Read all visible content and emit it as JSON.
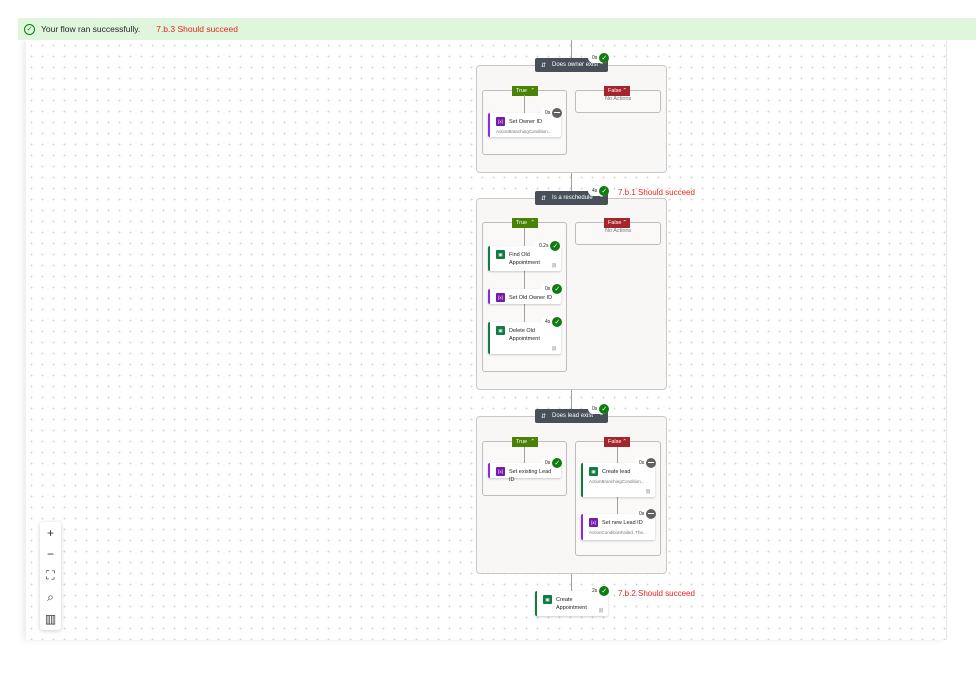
{
  "banner": {
    "message": "Your flow ran successfully.",
    "note": "7.b.3 Should succeed",
    "icon": "check-circle-icon"
  },
  "scopes": [
    {
      "title": "Does owner exist",
      "duration": "0s",
      "status": "succeeded",
      "true_label": "True",
      "false_label": "False",
      "false_empty": "No Actions"
    },
    {
      "title": "Is a reschedule",
      "duration": "4s",
      "status": "succeeded",
      "true_label": "True",
      "false_label": "False",
      "false_empty": "No Actions"
    },
    {
      "title": "Does lead exist",
      "duration": "0s",
      "status": "succeeded",
      "true_label": "True",
      "false_label": "False"
    }
  ],
  "cards": [
    {
      "title": "Set Owner ID",
      "duration": "0s",
      "status": "skipped",
      "type": "variable",
      "sub": "ActionBranchingCondition..."
    },
    {
      "title": "Find Old Appointment",
      "duration": "0.2s",
      "status": "succeeded",
      "type": "dataverse"
    },
    {
      "title": "Set Old Owner ID",
      "duration": "0s",
      "status": "succeeded",
      "type": "variable"
    },
    {
      "title": "Delete Old Appointment",
      "duration": "4s",
      "status": "succeeded",
      "type": "dataverse"
    },
    {
      "title": "Set existing Lead ID",
      "duration": "0s",
      "status": "succeeded",
      "type": "variable"
    },
    {
      "title": "Create lead",
      "duration": "0s",
      "status": "skipped",
      "type": "dataverse",
      "sub": "ActionBranchingCondition..."
    },
    {
      "title": "Set new Lead ID",
      "duration": "0s",
      "status": "skipped",
      "type": "variable",
      "sub": "ActionConditionFailed. The..."
    },
    {
      "title": "Create Appointment",
      "duration": "2s",
      "status": "succeeded",
      "type": "dataverse"
    }
  ],
  "annotations": [
    "7.b.1 Should succeed",
    "7.b.2 Should succeed"
  ],
  "zoom_controls": [
    {
      "name": "zoom-in",
      "glyph": "+"
    },
    {
      "name": "zoom-out",
      "glyph": "−"
    },
    {
      "name": "fit-view",
      "glyph": "⛶"
    },
    {
      "name": "search",
      "glyph": "⌕"
    },
    {
      "name": "minimap",
      "glyph": "▥"
    }
  ]
}
